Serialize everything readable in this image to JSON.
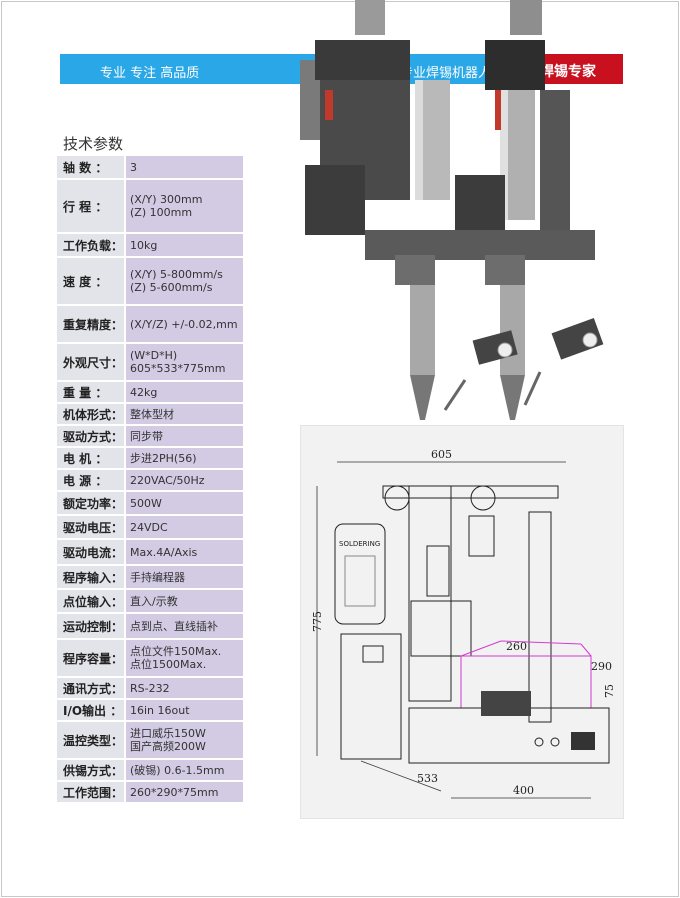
{
  "banner": {
    "left_text": "专业  专注  高品质",
    "mid_text": "电子制造业专业焊锡机器人",
    "badge": "焊锡专家",
    "colors": {
      "banner": "#2aa7e6",
      "badge": "#c8101e",
      "label_bg": "#e3e3ea",
      "value_bg": "#d3cbe3"
    }
  },
  "section_title": "技术参数",
  "specs": [
    {
      "label": "轴   数  ：",
      "value": [
        "3"
      ]
    },
    {
      "label": "行   程  ：",
      "value": [
        "(X/Y) 300mm",
        "(Z) 100mm"
      ]
    },
    {
      "label": "工作负载：",
      "value": [
        "10kg"
      ]
    },
    {
      "label": "速   度  ：",
      "value": [
        "(X/Y) 5-800mm/s",
        "(Z) 5-600mm/s"
      ]
    },
    {
      "label": "重复精度：",
      "value": [
        "(X/Y/Z) +/-0.02,mm"
      ]
    },
    {
      "label": "外观尺寸：",
      "value": [
        "(W*D*H)",
        "605*533*775mm"
      ]
    },
    {
      "label": "重   量  ：",
      "value": [
        "42kg"
      ]
    },
    {
      "label": "机体形式：",
      "value": [
        "整体型材"
      ]
    },
    {
      "label": "驱动方式：",
      "value": [
        "同步带"
      ]
    },
    {
      "label": "电   机  ：",
      "value": [
        "步进2PH(56)"
      ]
    },
    {
      "label": "电   源  ：",
      "value": [
        "220VAC/50Hz"
      ]
    },
    {
      "label": "额定功率：",
      "value": [
        "500W"
      ]
    },
    {
      "label": "驱动电压：",
      "value": [
        "24VDC"
      ]
    },
    {
      "label": "驱动电流：",
      "value": [
        "Max.4A/Axis"
      ]
    },
    {
      "label": "程序输入：",
      "value": [
        "手持编程器"
      ]
    },
    {
      "label": "点位输入：",
      "value": [
        "直入/示教"
      ]
    },
    {
      "label": "运动控制：",
      "value": [
        "点到点、直线插补"
      ]
    },
    {
      "label": "程序容量：",
      "value": [
        "点位文件150Max.",
        "点位1500Max."
      ]
    },
    {
      "label": "通讯方式：",
      "value": [
        "RS-232"
      ]
    },
    {
      "label": "I/O输出 ：",
      "value": [
        "16in 16out"
      ]
    },
    {
      "label": "温控类型：",
      "value": [
        "进口威乐150W",
        "国产高频200W"
      ]
    },
    {
      "label": "供锡方式：",
      "value": [
        "(破锡) 0.6-1.5mm"
      ]
    },
    {
      "label": "工作范围：",
      "value": [
        "260*290*75mm"
      ]
    }
  ],
  "drawing": {
    "dim_width": "605",
    "dim_height": "775",
    "dim_depth": "533",
    "dim_base": "400",
    "dim_work_x": "260",
    "dim_work_y": "290",
    "dim_work_z": "75",
    "pendant_label": "SOLDERING"
  }
}
